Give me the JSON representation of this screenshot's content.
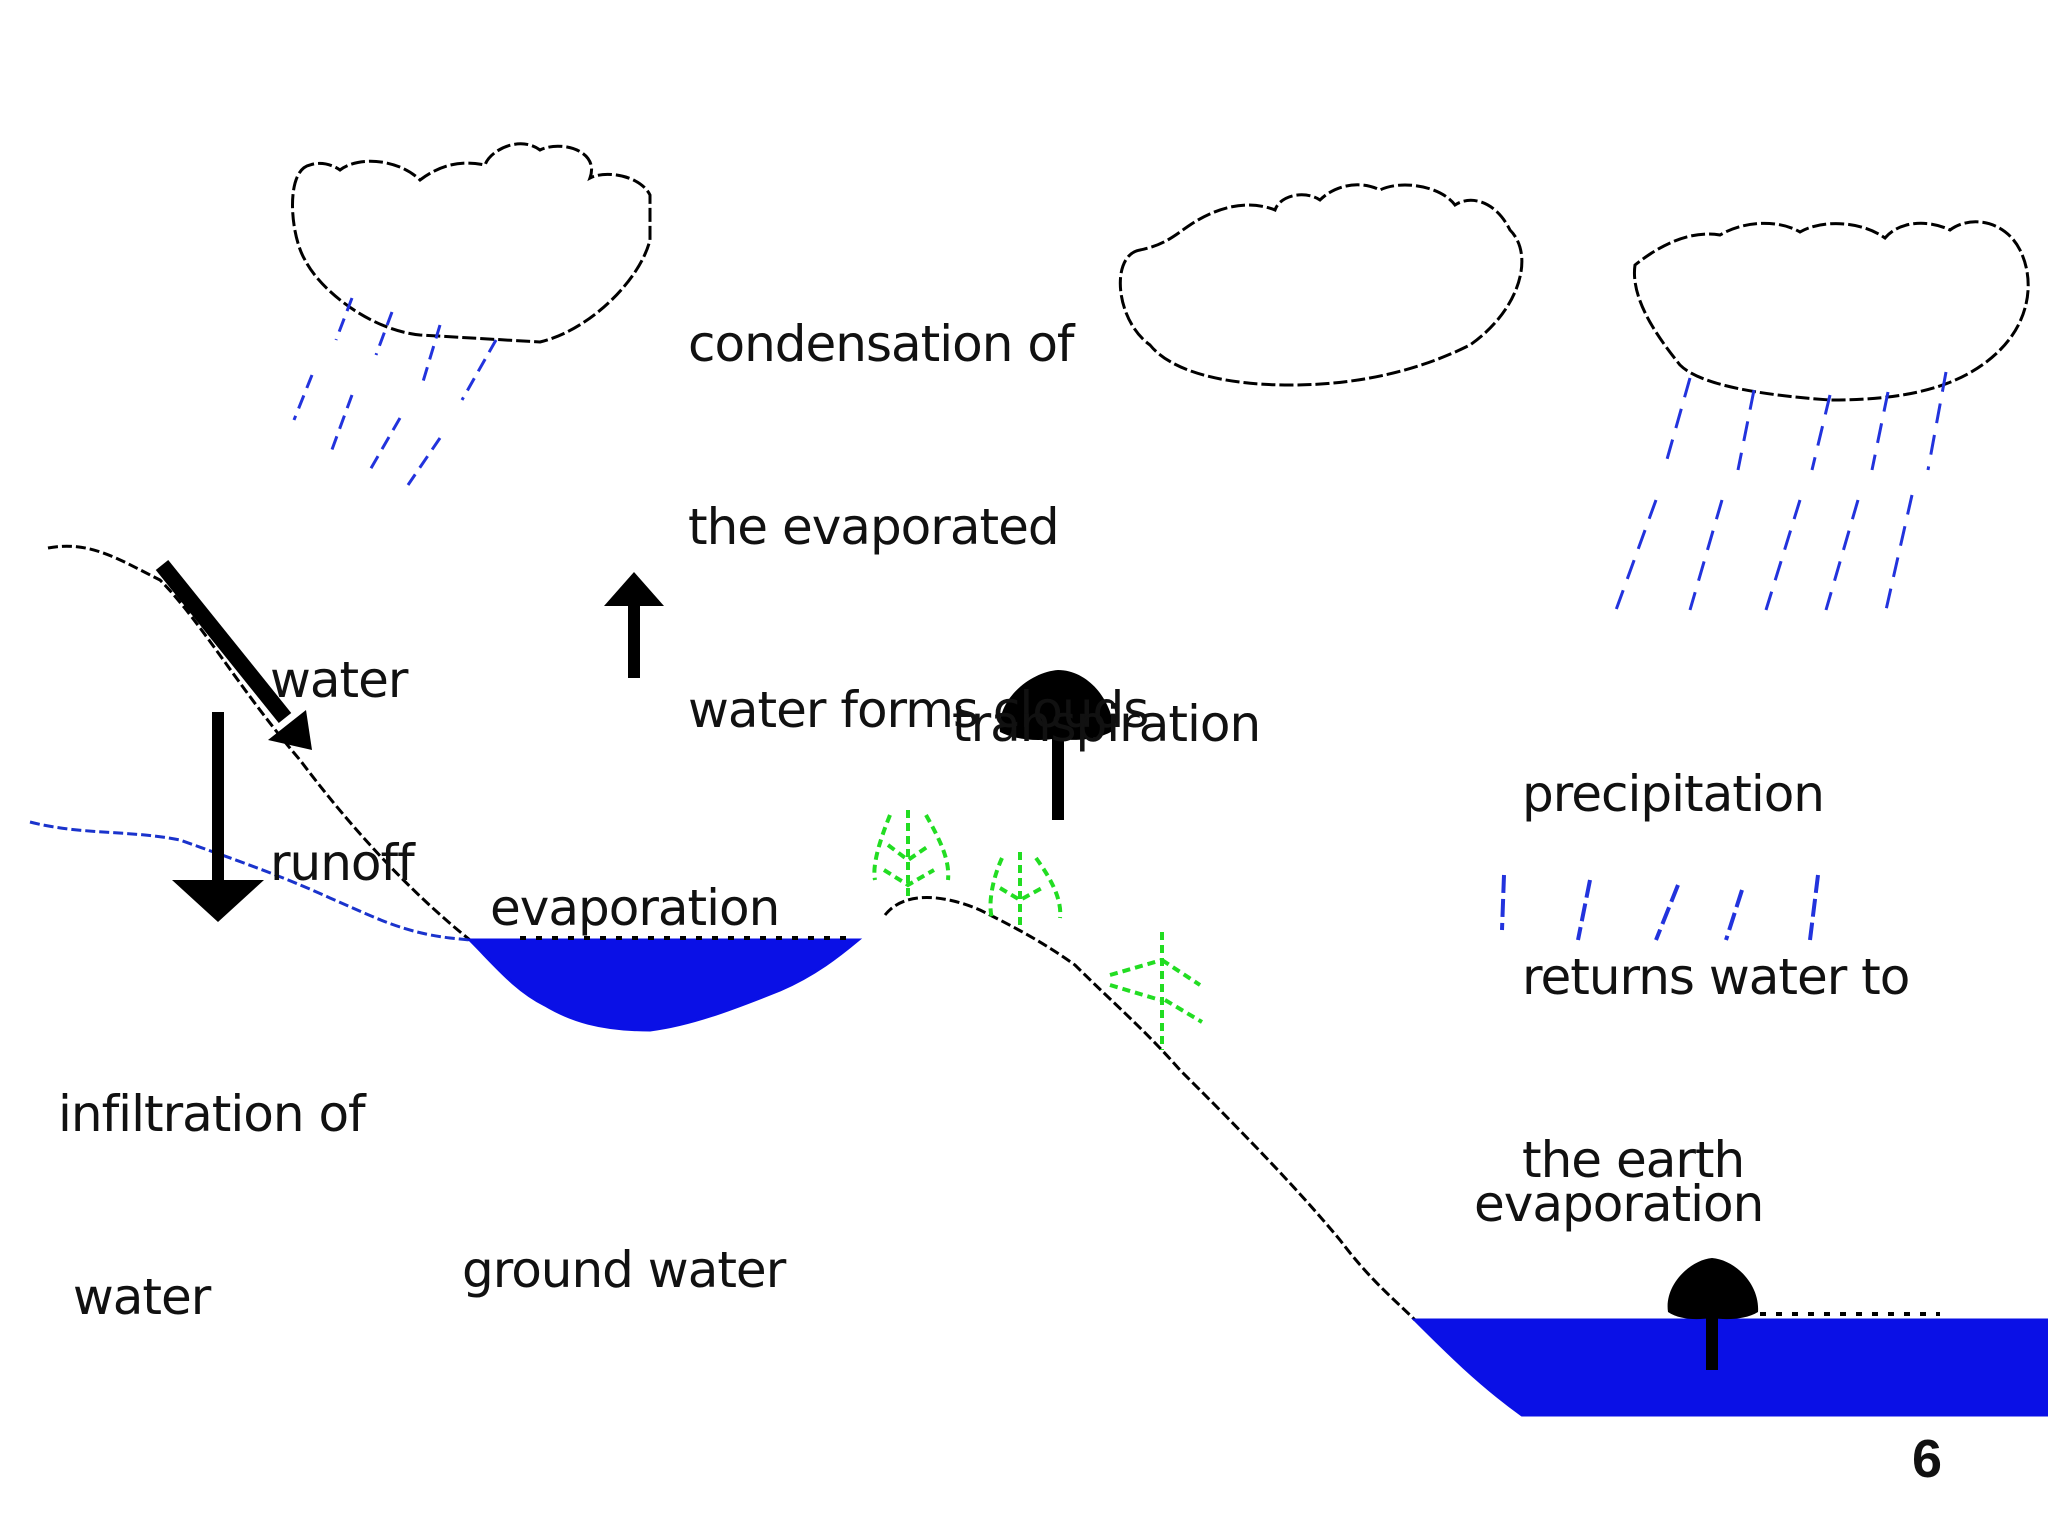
{
  "labels": {
    "condensation": [
      "condensation of",
      "the evaporated",
      "water forms clouds"
    ],
    "runoff": [
      "water",
      "runoff"
    ],
    "evaporation_left": "evaporation",
    "transpiration": "transpiration",
    "precipitation": [
      "precipitation",
      "returns water to",
      "the earth"
    ],
    "infiltration": [
      "infiltration of",
      " water"
    ],
    "ground_water": "ground water",
    "evaporation_right": "evaporation"
  },
  "slide_number": "6",
  "colors": {
    "water": "#0a10e6",
    "rain": "#2233dd",
    "tree_green": "#22dd22",
    "ink": "#000000"
  }
}
